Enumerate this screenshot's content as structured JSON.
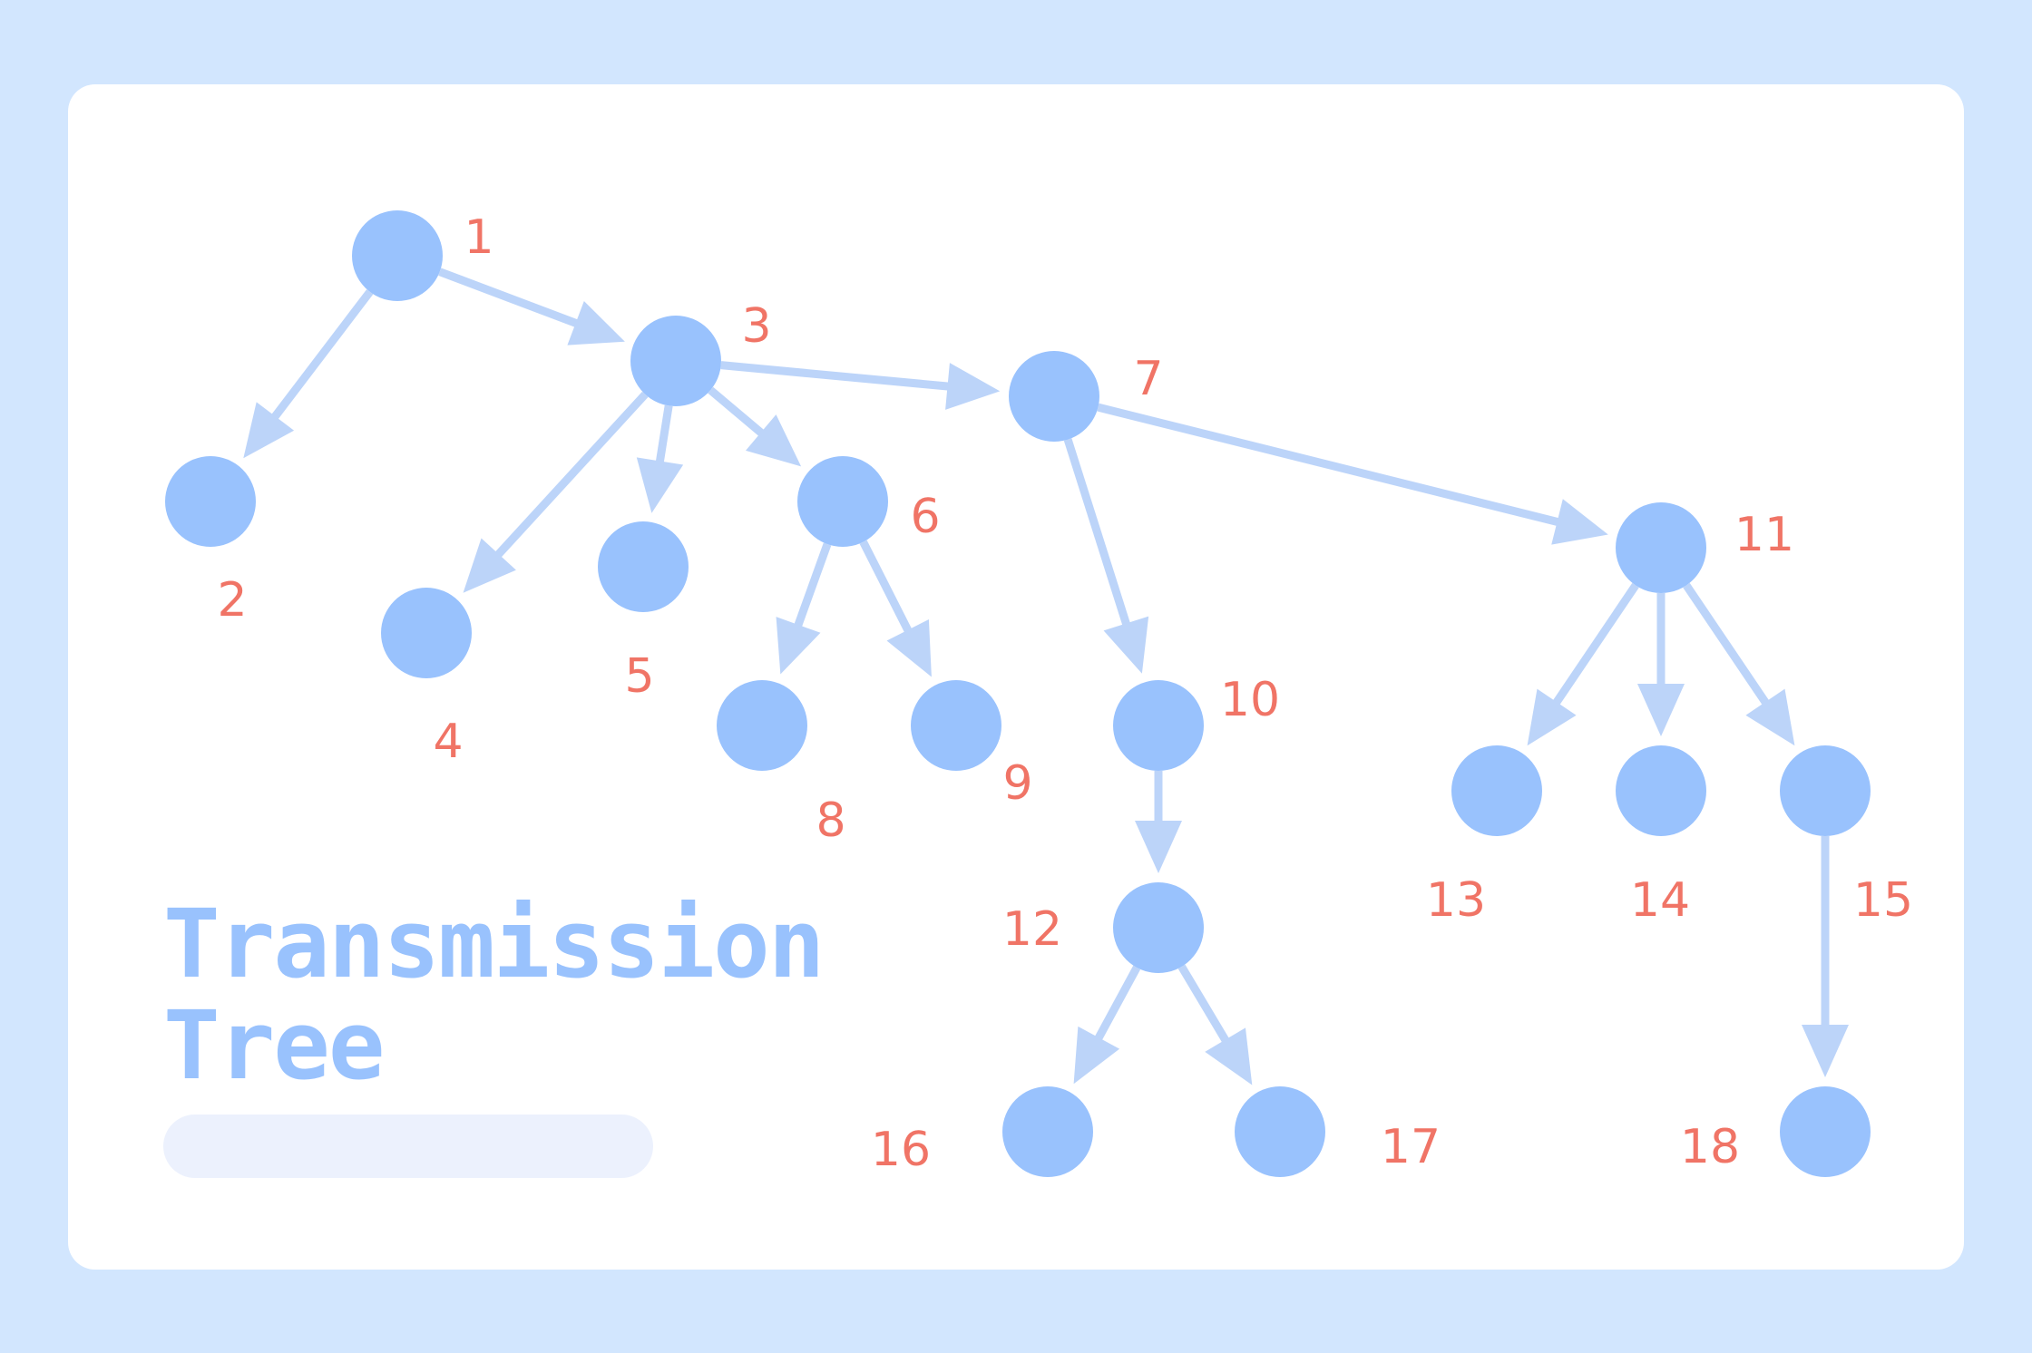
{
  "diagram": {
    "title_line1": "Transmission",
    "title_line2": "Tree",
    "colors": {
      "frame": "#d2e6fe",
      "node": "#99c2fd",
      "edge": "#bcd4f9",
      "label": "#f07466",
      "title": "#99c2fd",
      "placeholder_bar": "#ecf1fd"
    },
    "nodes": [
      {
        "id": "1",
        "label": "1"
      },
      {
        "id": "2",
        "label": "2"
      },
      {
        "id": "3",
        "label": "3"
      },
      {
        "id": "4",
        "label": "4"
      },
      {
        "id": "5",
        "label": "5"
      },
      {
        "id": "6",
        "label": "6"
      },
      {
        "id": "7",
        "label": "7"
      },
      {
        "id": "8",
        "label": "8"
      },
      {
        "id": "9",
        "label": "9"
      },
      {
        "id": "10",
        "label": "10"
      },
      {
        "id": "11",
        "label": "11"
      },
      {
        "id": "12",
        "label": "12"
      },
      {
        "id": "13",
        "label": "13"
      },
      {
        "id": "14",
        "label": "14"
      },
      {
        "id": "15",
        "label": "15"
      },
      {
        "id": "16",
        "label": "16"
      },
      {
        "id": "17",
        "label": "17"
      },
      {
        "id": "18",
        "label": "18"
      }
    ],
    "edges": [
      {
        "from": "1",
        "to": "2"
      },
      {
        "from": "1",
        "to": "3"
      },
      {
        "from": "3",
        "to": "4"
      },
      {
        "from": "3",
        "to": "5"
      },
      {
        "from": "3",
        "to": "6"
      },
      {
        "from": "3",
        "to": "7"
      },
      {
        "from": "6",
        "to": "8"
      },
      {
        "from": "6",
        "to": "9"
      },
      {
        "from": "7",
        "to": "10"
      },
      {
        "from": "7",
        "to": "11"
      },
      {
        "from": "10",
        "to": "12"
      },
      {
        "from": "11",
        "to": "13"
      },
      {
        "from": "11",
        "to": "14"
      },
      {
        "from": "11",
        "to": "15"
      },
      {
        "from": "12",
        "to": "16"
      },
      {
        "from": "12",
        "to": "17"
      },
      {
        "from": "15",
        "to": "18"
      }
    ]
  }
}
